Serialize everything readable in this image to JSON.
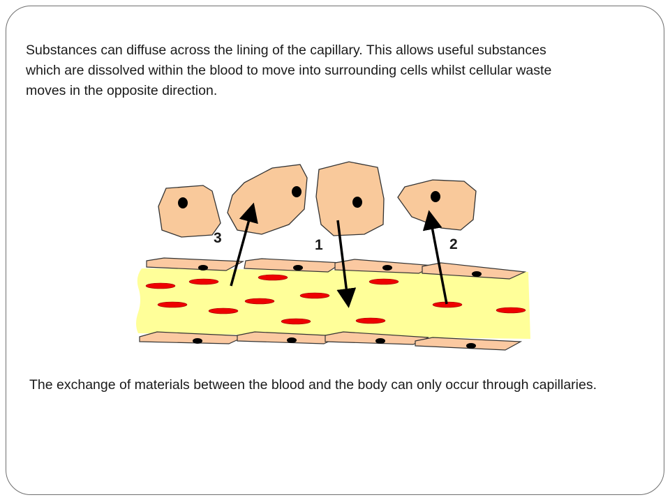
{
  "slide": {
    "top_text": "Substances can diffuse across the lining of the capillary. This allows useful substances which are dissolved within the blood to move into surrounding cells whilst cellular waste moves in the opposite direction.",
    "bottom_text": "The exchange of materials between the blood and the body can only occur through capillaries."
  },
  "diagram": {
    "labels": [
      "1",
      "2",
      "3"
    ],
    "colors": {
      "body_cell": "#f9c99b",
      "nucleus": "#000000",
      "plasma": "#ffff99",
      "red_blood_cell": "#ee0000",
      "endothelial_cell": "#fbc9a1",
      "arrow": "#000000"
    }
  }
}
